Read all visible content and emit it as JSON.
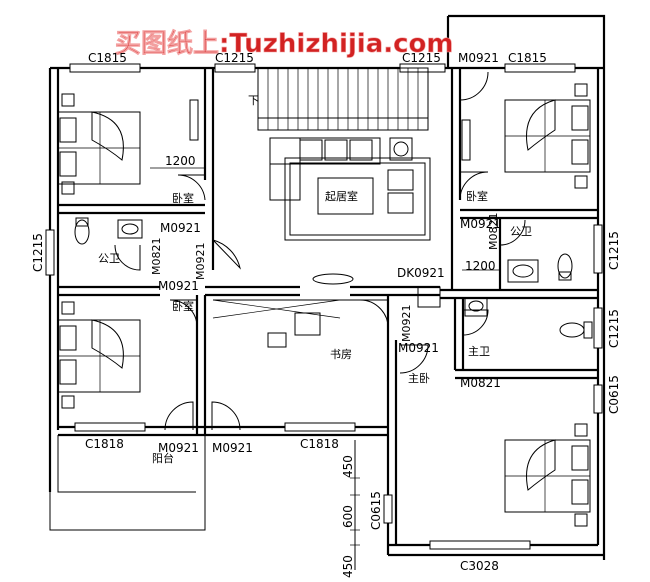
{
  "watermark": "买图纸上:Tuzhizhijia.com",
  "rooms": {
    "living": "起居室",
    "bedroom_nw": "卧室",
    "bedroom_ne": "卧室",
    "bedroom_w2": "卧室",
    "public_bath_w": "公卫",
    "public_bath_e": "公卫",
    "study": "书房",
    "master_bath": "主卫",
    "master_bed": "主卧",
    "balcony": "阳台",
    "stair_down": "下"
  },
  "windows": {
    "c1815_a": "C1815",
    "c1215_top": "C1215",
    "c1215_top2": "C1215",
    "c1815_b": "C1815",
    "c1215_left": "C1215",
    "c1215_right_a": "C1215",
    "c1215_right_b": "C1215",
    "c0615_right": "C0615",
    "c1818_a": "C1818",
    "c1818_b": "C1818",
    "c0615_mid": "C0615",
    "c3028": "C3028"
  },
  "doors": {
    "m0921_top": "M0921",
    "m0921_bed_nw": "M0921",
    "m0921_bed_ne": "M0921",
    "m0821_w": "M0821",
    "m0921_w_a": "M0921",
    "m0921_w_b": "M0921",
    "m0821_e": "M0821",
    "dk0921": "DK0921",
    "m0921_study": "M0921",
    "m0821_master": "M0821",
    "m0921_bal_a": "M0921",
    "m0921_bal_b": "M0921"
  },
  "dims": {
    "d1200_a": "1200",
    "d1200_b": "1200",
    "d450_a": "450",
    "d600": "600",
    "d450_b": "450"
  }
}
